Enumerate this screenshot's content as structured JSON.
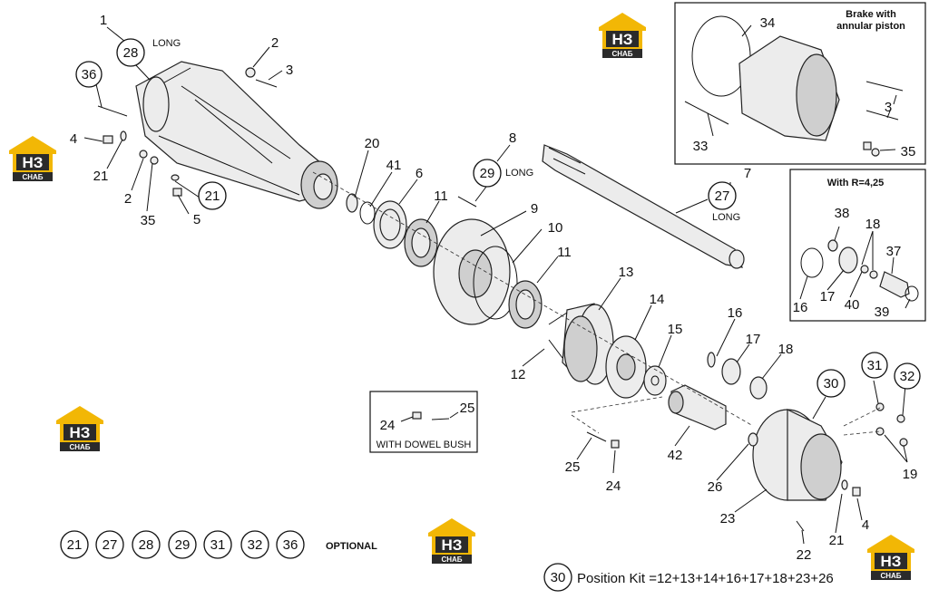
{
  "labels": {
    "n1": "1",
    "n2a": "2",
    "n3a": "3",
    "n4a": "4",
    "n5": "5",
    "n6": "6",
    "n7": "7",
    "n8": "8",
    "n9": "9",
    "n10": "10",
    "n11a": "11",
    "n11b": "11",
    "n12": "12",
    "n13": "13",
    "n14": "14",
    "n15": "15",
    "n16": "16",
    "n17": "17",
    "n18": "18",
    "n19": "19",
    "n20": "20",
    "n2b": "2",
    "n21a": "21",
    "n22": "22",
    "n23": "23",
    "n24a": "24",
    "n24b": "24",
    "n25a": "25",
    "n25b": "25",
    "n26": "26",
    "n33": "33",
    "n34": "34",
    "n3b": "3",
    "n35a": "35",
    "n35b": "35",
    "n4b": "4",
    "n21b": "21",
    "n41": "41",
    "n42": "42",
    "i16": "16",
    "i17": "17",
    "i18": "18",
    "i37": "37",
    "i38": "38",
    "i39": "39",
    "i40": "40"
  },
  "circled": {
    "c28": "28",
    "c36": "36",
    "c21": "21",
    "c29": "29",
    "c27": "27",
    "c30": "30",
    "c31": "31",
    "c32": "32"
  },
  "notes": {
    "long1": "LONG",
    "long2": "LONG",
    "long3": "LONG",
    "dowel": "WITH DOWEL BUSH",
    "brake_title_1": "Brake with",
    "brake_title_2": "annular piston",
    "ratio_title": "With R=4,25"
  },
  "optional": {
    "items": [
      "21",
      "27",
      "28",
      "29",
      "31",
      "32",
      "36"
    ],
    "label": "OPTIONAL"
  },
  "kit": {
    "number": "30",
    "text": "Position Kit =12+13+14+16+17+18+23+26"
  },
  "logo": {
    "text": "НЗ",
    "sub": "СНАБ",
    "colors": {
      "roof": "#f2b705",
      "body": "#2b2b2b"
    }
  }
}
